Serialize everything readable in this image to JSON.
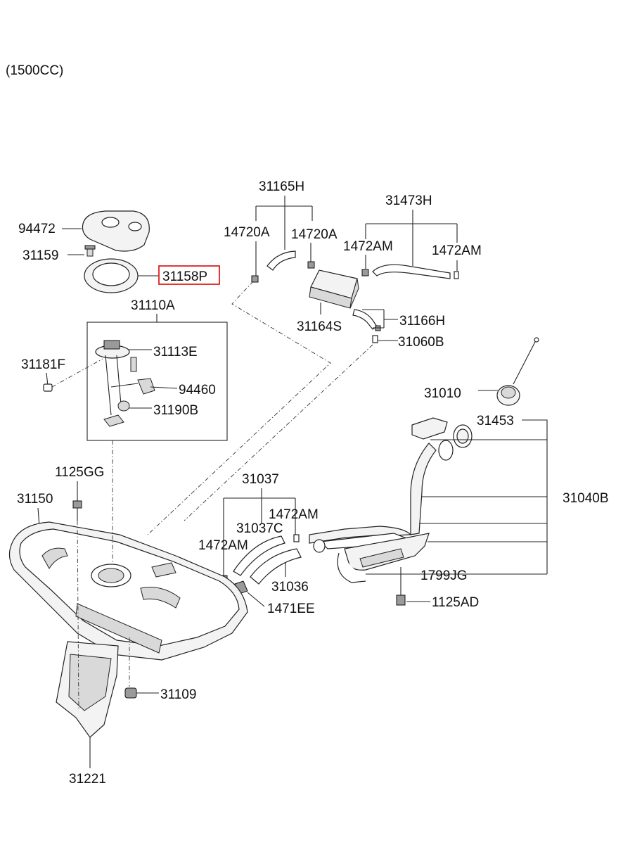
{
  "engine_note": "(1500CC)",
  "labels": {
    "p94472": "94472",
    "p31159": "31159",
    "p31158P": "31158P",
    "p31110A": "31110A",
    "p31113E": "31113E",
    "p31181F": "31181F",
    "p94460": "94460",
    "p31190B": "31190B",
    "p31165H": "31165H",
    "p14720A_1": "14720A",
    "p14720A_2": "14720A",
    "p31473H": "31473H",
    "p1472AM_1": "1472AM",
    "p1472AM_2": "1472AM",
    "p31164S": "31164S",
    "p31166H": "31166H",
    "p31060B": "31060B",
    "p31010": "31010",
    "p31453": "31453",
    "p31040B": "31040B",
    "p1125GG": "1125GG",
    "p31150": "31150",
    "p31037": "31037",
    "p1472AM_3": "1472AM",
    "p31037C": "31037C",
    "p1472AM_4": "1472AM",
    "p31036": "31036",
    "p1471EE": "1471EE",
    "p1799JG": "1799JG",
    "p1125AD": "1125AD",
    "p31109": "31109",
    "p31221": "31221"
  },
  "highlight": {
    "part": "31158P",
    "color": "#e02020"
  }
}
